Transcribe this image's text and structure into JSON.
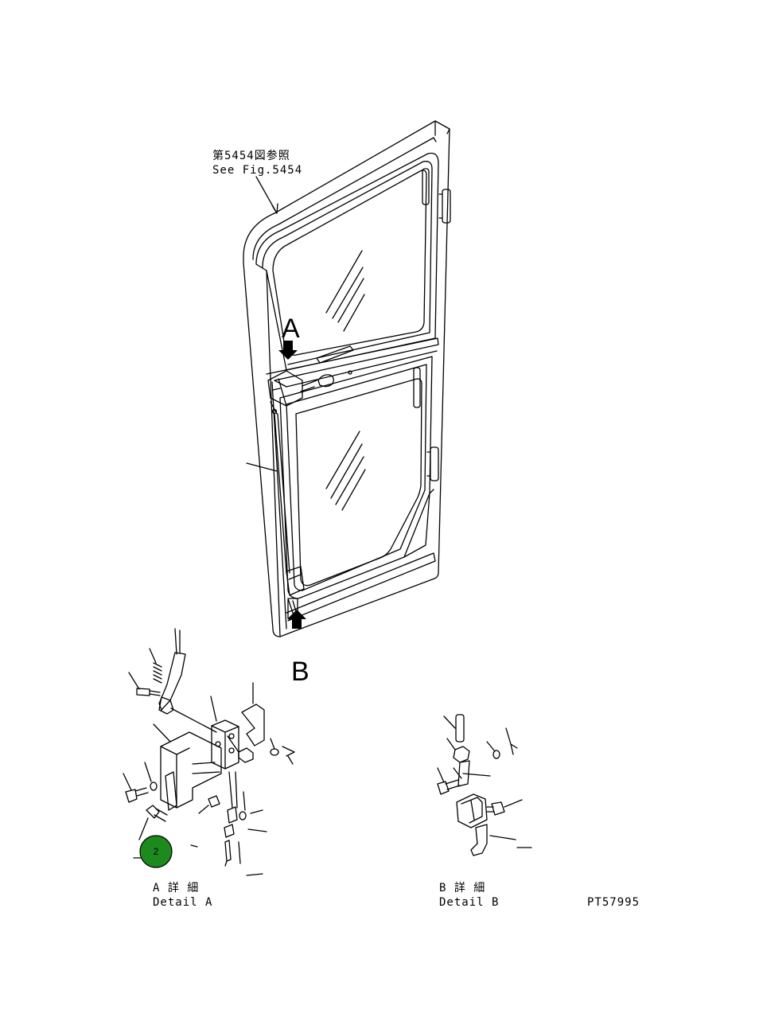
{
  "reference": {
    "jp": "第5454図参照",
    "en": "See Fig.5454"
  },
  "view_markers": {
    "a": "A",
    "b": "B"
  },
  "details": {
    "a": {
      "jp": "A 詳 細",
      "en": "Detail A"
    },
    "b": {
      "jp": "B 詳 細",
      "en": "Detail B"
    }
  },
  "drawing_number": "PT57995",
  "callouts": [
    {
      "number": "2",
      "color": "#1e8a1e"
    }
  ]
}
